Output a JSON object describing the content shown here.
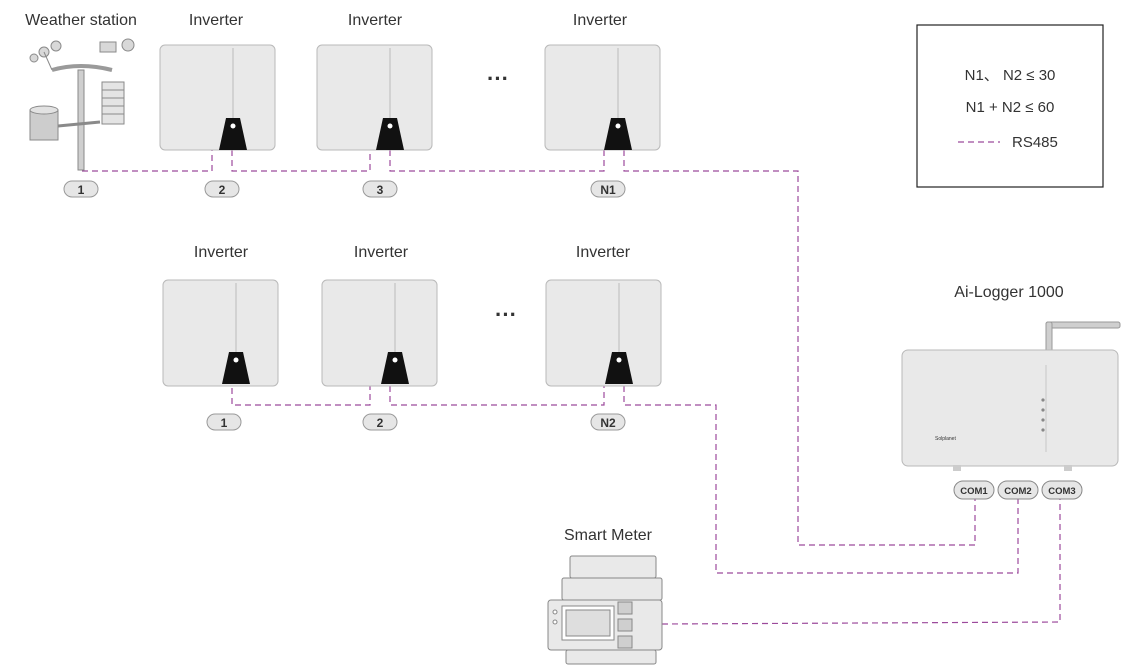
{
  "labels": {
    "weather_station": "Weather station",
    "inverter": "Inverter",
    "smart_meter": "Smart Meter",
    "logger": "Ai-Logger 1000",
    "ellipsis": "···",
    "brand": "Solplanet"
  },
  "row1_badges": [
    "1",
    "2",
    "3",
    "N1"
  ],
  "row2_badges": [
    "1",
    "2",
    "N2"
  ],
  "ports": [
    "COM1",
    "COM2",
    "COM3"
  ],
  "legend": {
    "line1": "N1、 N2 ≤ 30",
    "line2": "N1 + N2 ≤ 60",
    "line3": "RS485"
  },
  "colors": {
    "rs485_line": "#9c4a9c",
    "device_fill": "#e9e9e9",
    "device_stroke": "#b9b9b9",
    "badge_fill": "#e6e6e6"
  }
}
